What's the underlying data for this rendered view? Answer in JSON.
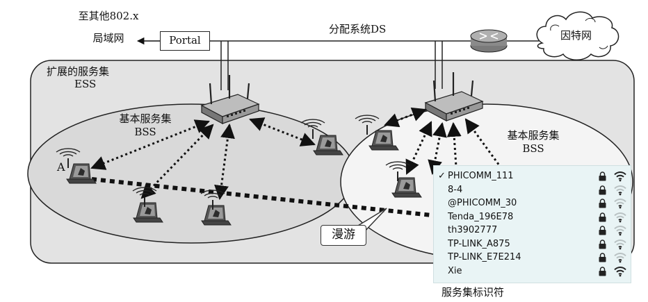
{
  "labels": {
    "other_lan": "至其他802.x",
    "other_lan_2": "局域网",
    "portal": "Portal",
    "ds": "分配系统DS",
    "internet": "因特网",
    "ess": "扩展的服务集",
    "ess_abbr": "ESS",
    "bss1": "基本服务集",
    "bss1_abbr": "BSS",
    "bss2": "基本服务集",
    "bss2_abbr": "BSS",
    "station_a": "A",
    "roaming": "漫游",
    "ssid_caption": "服务集标识符"
  },
  "networks": [
    {
      "name": "PHICOMM_111",
      "connected": true,
      "locked": true,
      "signal": 3
    },
    {
      "name": "8-4",
      "connected": false,
      "locked": true,
      "signal": 1
    },
    {
      "name": "@PHICOMM_30",
      "connected": false,
      "locked": true,
      "signal": 1
    },
    {
      "name": "Tenda_196E78",
      "connected": false,
      "locked": true,
      "signal": 1
    },
    {
      "name": "th3902777",
      "connected": false,
      "locked": true,
      "signal": 1
    },
    {
      "name": "TP-LINK_A875",
      "connected": false,
      "locked": true,
      "signal": 1
    },
    {
      "name": "TP-LINK_E7E214",
      "connected": false,
      "locked": true,
      "signal": 1
    },
    {
      "name": "Xie",
      "connected": false,
      "locked": true,
      "signal": 3
    }
  ],
  "check_mark": "✓",
  "colors": {
    "ess_fill": "#e3e3e3",
    "bss1_fill": "#d9d9d9",
    "bss2_fill": "#f4f4f4",
    "panel_bg": "#e9f4f5",
    "wifi_active": "#222222",
    "wifi_inactive": "#b9c2c3"
  }
}
